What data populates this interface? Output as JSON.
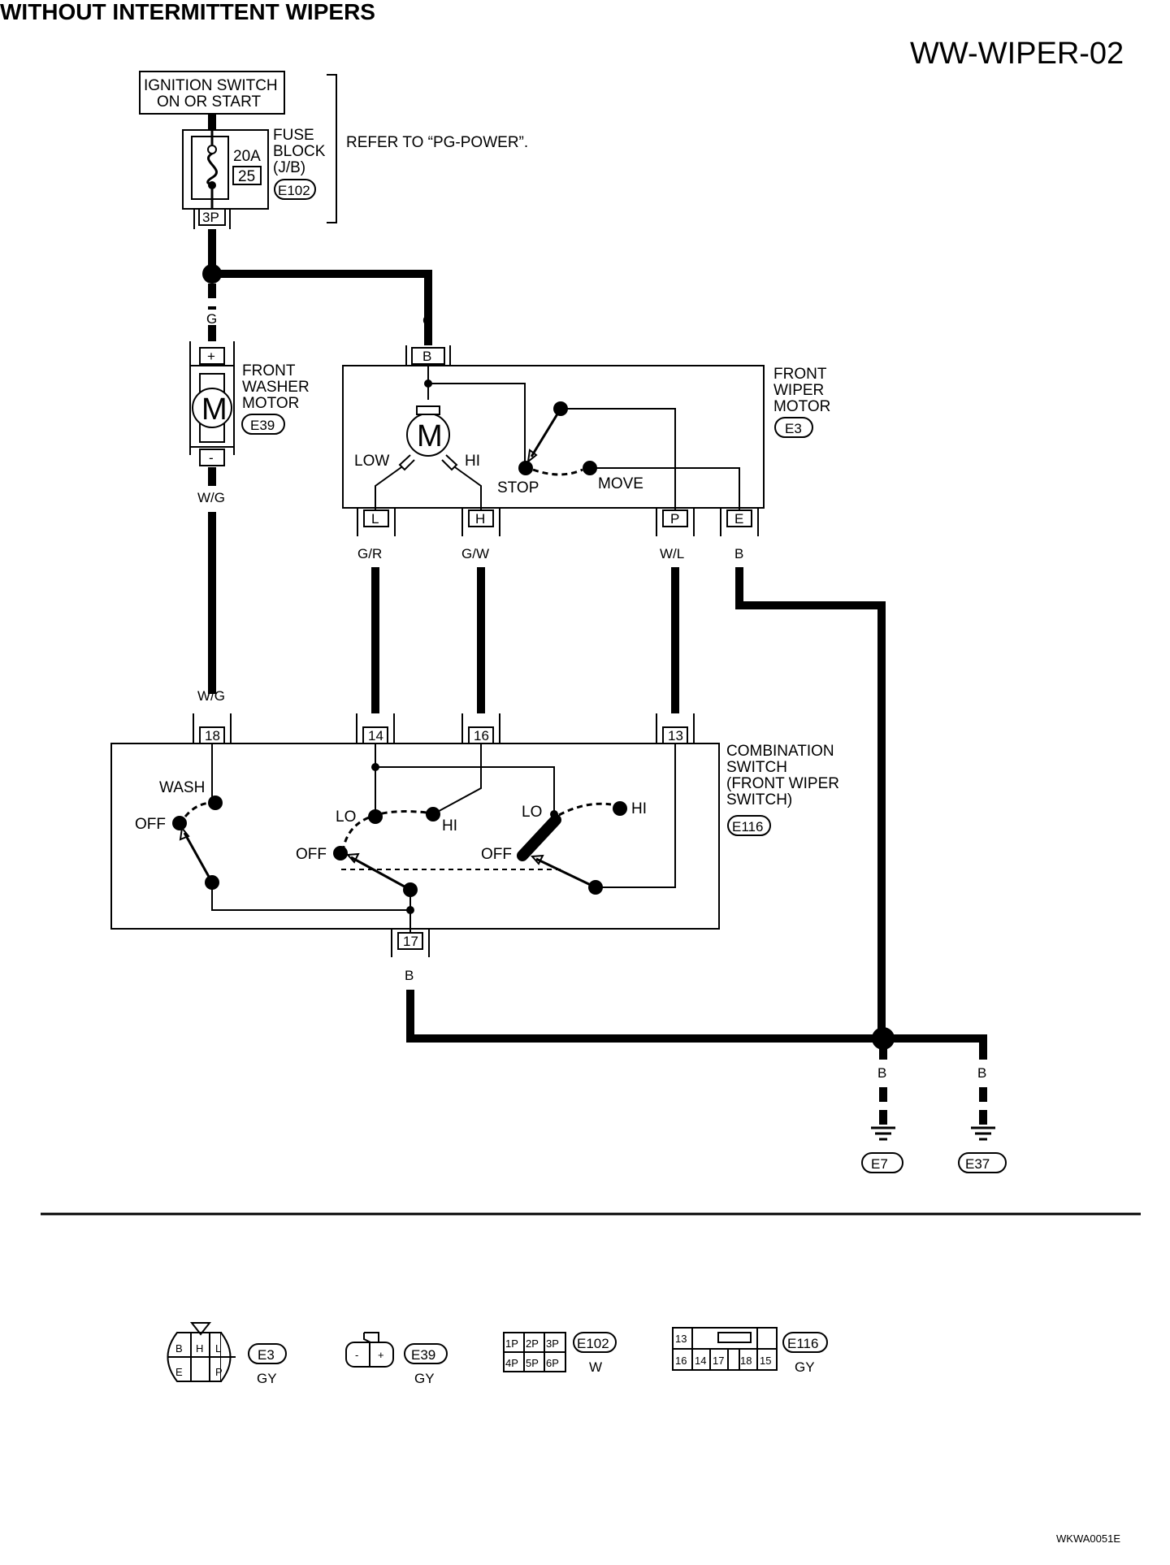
{
  "title": "WITHOUT INTERMITTENT WIPERS",
  "diagram_code": "WW-WIPER-02",
  "image_code": "WKWA0051E",
  "ignition": {
    "line1": "IGNITION SWITCH",
    "line2": "ON OR START"
  },
  "fuse_block": {
    "line1": "FUSE",
    "line2": "BLOCK",
    "line3": "(J/B)",
    "amp": "20A",
    "number": "25",
    "connector": "E102",
    "pin": "3P"
  },
  "refer_note": "REFER TO “PG-POWER”.",
  "washer_motor": {
    "line1": "FRONT",
    "line2": "WASHER",
    "line3": "MOTOR",
    "connector": "E39",
    "symbol": "M",
    "plus": "+",
    "minus": "-"
  },
  "wiper_motor": {
    "line1": "FRONT",
    "line2": "WIPER",
    "line3": "MOTOR",
    "connector": "E3",
    "symbol": "M",
    "low": "LOW",
    "hi": "HI",
    "stop": "STOP",
    "move": "MOVE",
    "pin_b": "B",
    "pin_l": "L",
    "pin_h": "H",
    "pin_p": "P",
    "pin_e": "E"
  },
  "wires": {
    "g1": "G",
    "g2": "G",
    "wg1": "W/G",
    "wg2": "W/G",
    "gr": "G/R",
    "gw": "G/W",
    "wl": "W/L",
    "b_e": "B",
    "b_17": "B",
    "b_e7": "B",
    "b_e37": "B"
  },
  "combo_switch": {
    "line1": "COMBINATION",
    "line2": "SWITCH",
    "line3": "(FRONT WIPER",
    "line4": "SWITCH)",
    "connector": "E116",
    "wash": "WASH",
    "off_wash": "OFF",
    "lo1": "LO",
    "hi1": "HI",
    "off1": "OFF",
    "lo2": "LO",
    "hi2": "HI",
    "off2": "OFF",
    "pin18": "18",
    "pin14": "14",
    "pin16": "16",
    "pin13": "13",
    "pin17": "17"
  },
  "grounds": {
    "g1": "E7",
    "g2": "E37"
  },
  "connectors": {
    "e3": {
      "id": "E3",
      "color": "GY",
      "pins": [
        "B",
        "H",
        "L",
        "E",
        "P"
      ]
    },
    "e39": {
      "id": "E39",
      "color": "GY",
      "pins": [
        "-",
        "+"
      ]
    },
    "e102": {
      "id": "E102",
      "color": "W",
      "pins": [
        "1P",
        "2P",
        "3P",
        "4P",
        "5P",
        "6P"
      ]
    },
    "e116": {
      "id": "E116",
      "color": "GY",
      "pins": [
        "13",
        "16",
        "14",
        "17",
        "18",
        "15"
      ]
    }
  }
}
